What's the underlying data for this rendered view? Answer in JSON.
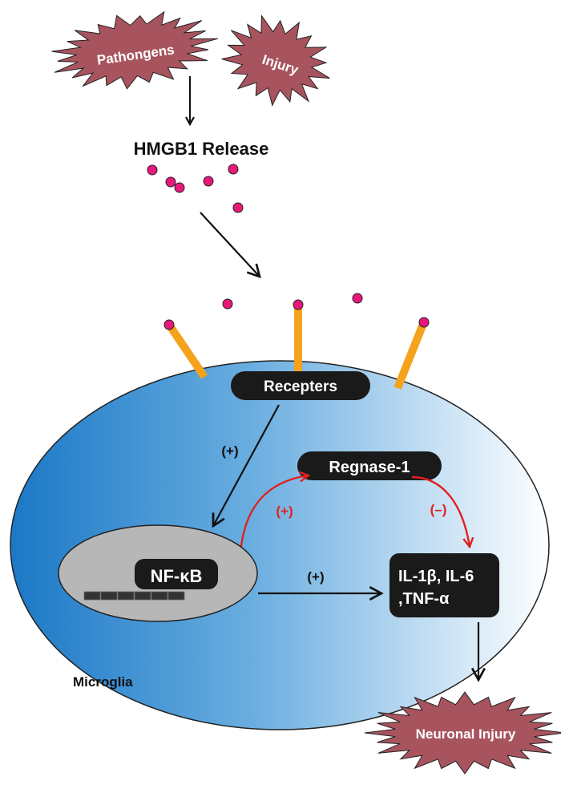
{
  "triggers": {
    "pathogens": "Pathongens",
    "injury": "Injury"
  },
  "hmgb1_release": "HMGB1 Release",
  "cell": {
    "name": "Microglia",
    "receptors": "Recepters",
    "regnase": "Regnase-1",
    "nfkb": "NF-κB",
    "cytokines_line1": "IL-1β, IL-6",
    "cytokines_line2": ",TNF-α"
  },
  "effects": {
    "receptors_to_nfkb": "(+)",
    "nfkb_to_regnase": "(+)",
    "regnase_to_cytokines": "(–)",
    "nfkb_to_cytokines": "(+)"
  },
  "outcome": "Neuronal Injury",
  "colors": {
    "star_fill": "#a8545e",
    "cell_dark": "#1b78c6",
    "cell_light": "#ffffff",
    "receptor": "#f5a21c",
    "hmgb1": "#e8187a",
    "nucleus": "#b7b7b7",
    "inhibit_arrow": "#e02020"
  }
}
